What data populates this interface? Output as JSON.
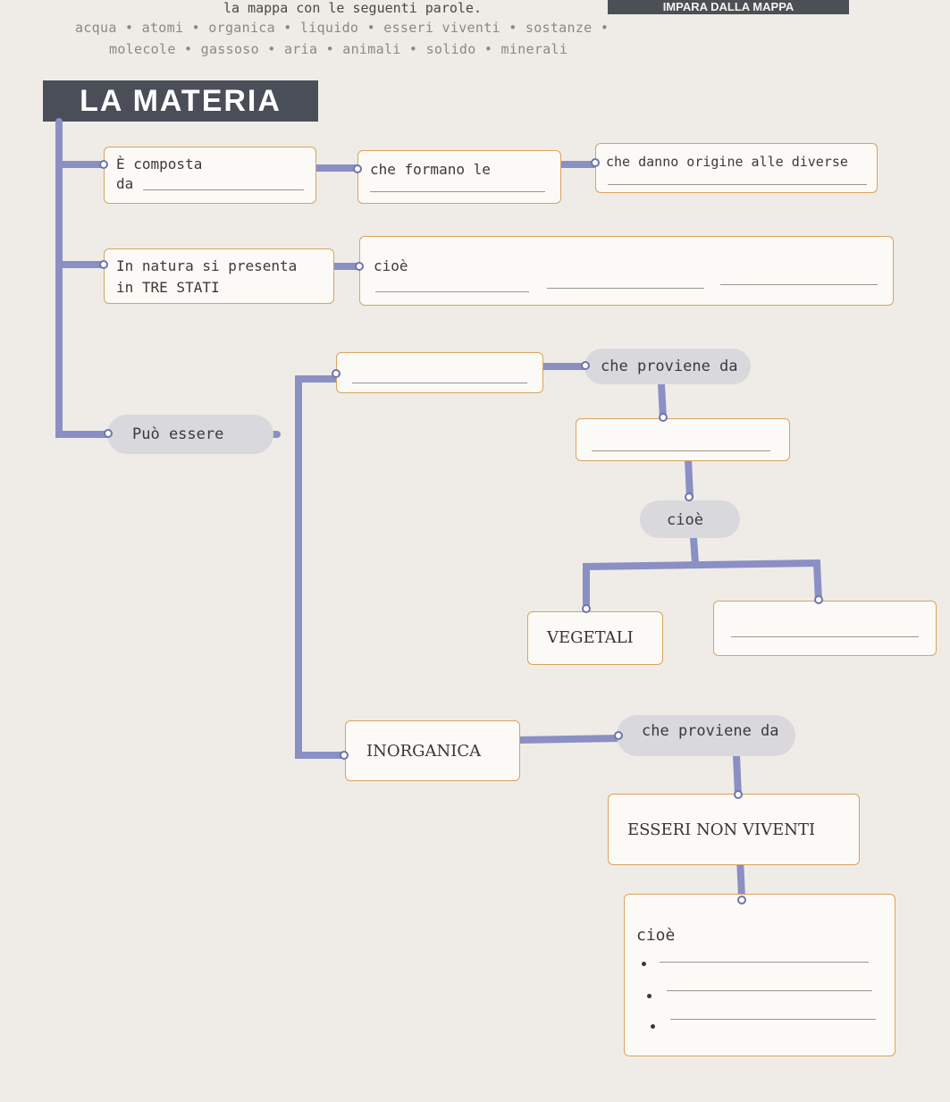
{
  "header": {
    "instruction": "la mappa con le seguenti parole.",
    "word_bank_line1": "acqua • atomi • organica • liquido • esseri viventi • sostanze •",
    "word_bank_line2": "molecole • gassoso • aria • animali • solido • minerali",
    "corner_label": "IMPARA DALLA MAPPA"
  },
  "title": "LA MATERIA",
  "nodes": {
    "composta_line1": "È composta",
    "composta_line2": "da",
    "formano": "che formano le",
    "origine": "che danno origine alle diverse",
    "natura_line1": "In natura si presenta",
    "natura_line2": "in TRE STATI",
    "cioe_stati": "cioè",
    "proviene_1": "che proviene da",
    "puo_essere": "Può essere",
    "cioe_2": "cioè",
    "vegetali": "VEGETALI",
    "inorganica": "INORGANICA",
    "proviene_2": "che proviene da",
    "non_viventi": "ESSERI NON VIVENTI",
    "cioe_3": "cioè"
  },
  "colors": {
    "connector": "#8a8fc4",
    "box_border": "#d9a35c",
    "title_bg": "#4a4e58"
  }
}
